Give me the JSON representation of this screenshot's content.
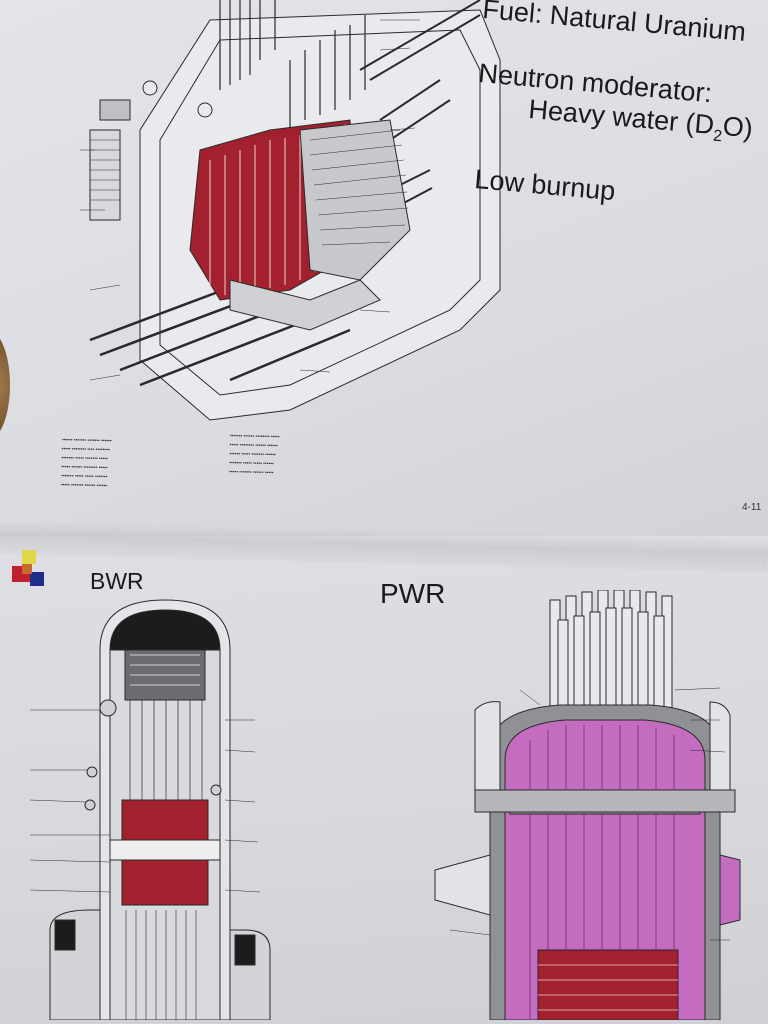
{
  "heavy_water_page": {
    "text_lines": [
      "Fuel: Natural Uranium",
      "Neutron moderator:",
      "Heavy water (D2O)",
      "Low burnup"
    ],
    "page_number": "4-11"
  },
  "reactor_types_page": {
    "bwr_title": "BWR",
    "pwr_title": "PWR"
  },
  "colors": {
    "fuel_red": "#a3202e",
    "pwr_pink": "#c46cbf",
    "structure_gray": "#8f9196",
    "line": "#2a2a2a"
  }
}
